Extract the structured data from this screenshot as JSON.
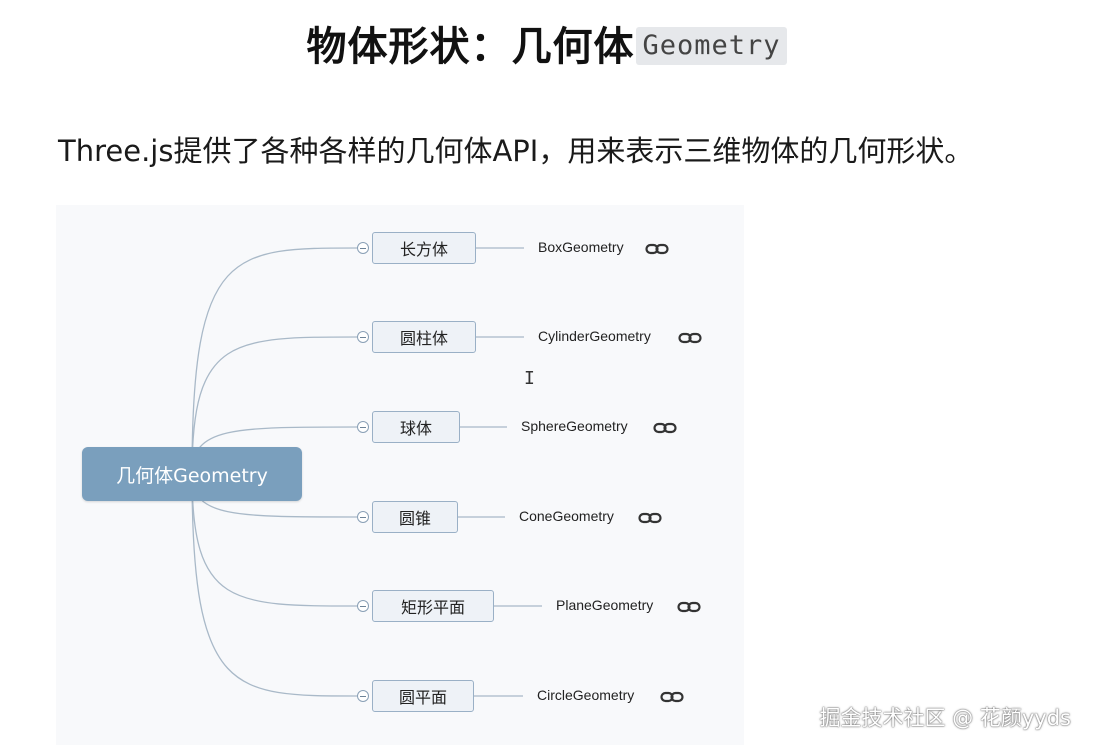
{
  "title": {
    "main": "物体形状：几何体",
    "code": "Geometry"
  },
  "subtitle": "Three.js提供了各种各样的几何体API，用来表示三维物体的几何形状。",
  "diagram": {
    "root": "几何体Geometry",
    "branches": [
      {
        "label": "长方体",
        "leaf": "BoxGeometry"
      },
      {
        "label": "圆柱体",
        "leaf": "CylinderGeometry"
      },
      {
        "label": "球体",
        "leaf": "SphereGeometry"
      },
      {
        "label": "圆锥",
        "leaf": "ConeGeometry"
      },
      {
        "label": "矩形平面",
        "leaf": "PlaneGeometry"
      },
      {
        "label": "圆平面",
        "leaf": "CircleGeometry"
      }
    ]
  },
  "watermark": "掘金技术社区 @ 花颜yyds",
  "colors": {
    "root_bg": "#7a9fbd",
    "node_border": "#9ab0c6",
    "edge": "#a9b9c8"
  },
  "icons": {
    "leaf_link": "link-icon",
    "collapse": "collapse-minus-icon",
    "cursor": "text-cursor-icon"
  }
}
